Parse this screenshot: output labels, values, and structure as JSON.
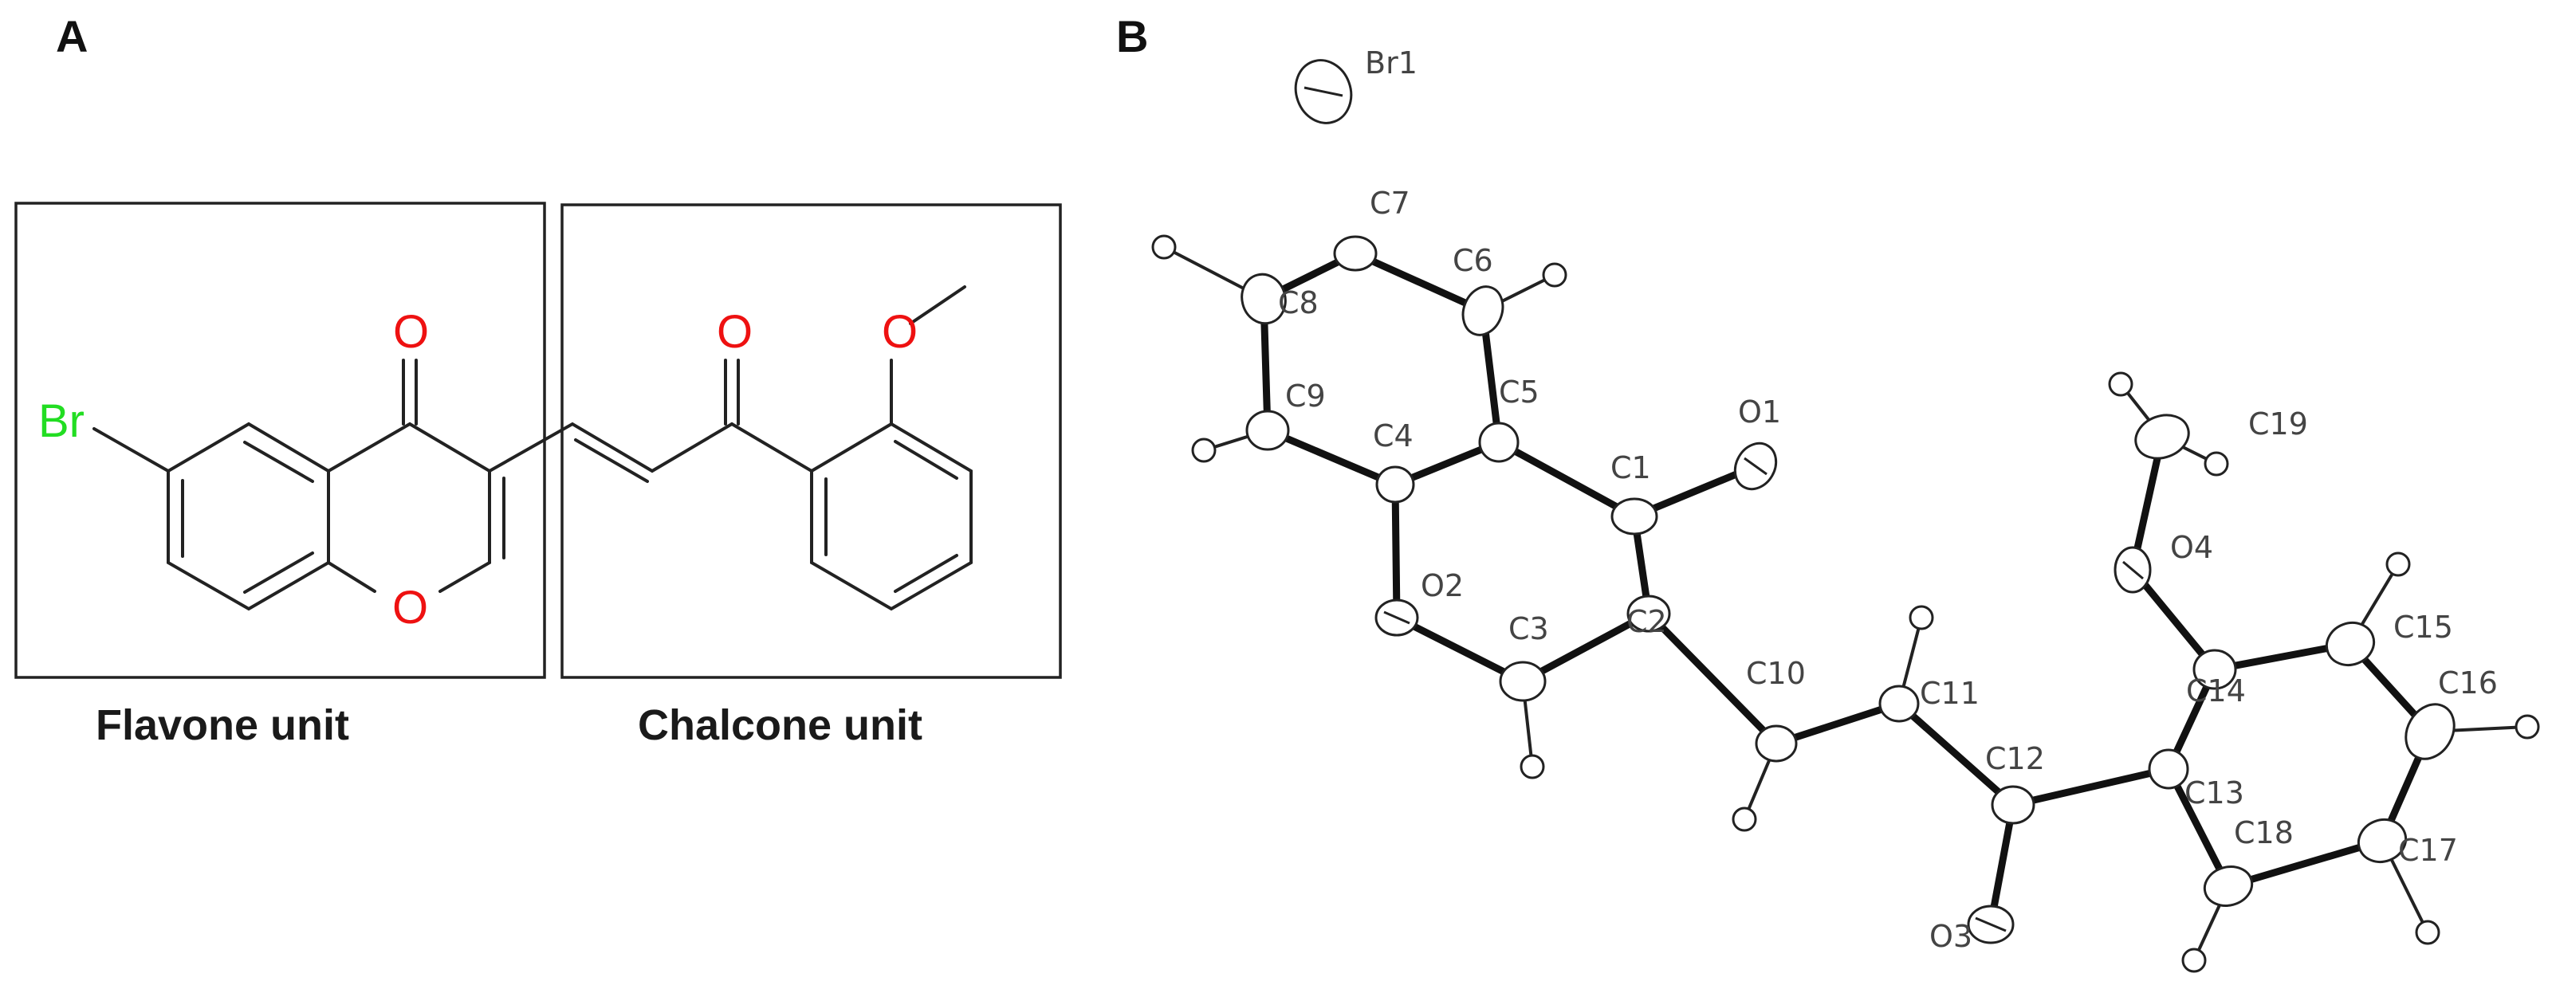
{
  "panels": {
    "a": {
      "letter": "A",
      "flavone_title": "Flavone unit",
      "chalcone_title": "Chalcone unit"
    },
    "b": {
      "letter": "B"
    }
  },
  "structure_2d": {
    "bromine": "Br",
    "ketone_oxygen_flavone": "O",
    "ring_oxygen": "O",
    "ketone_oxygen_chalcone": "O",
    "methoxy_oxygen": "O",
    "colors": {
      "bromine": "#22dd22",
      "oxygen": "#ee1111",
      "bond": "#222222"
    }
  },
  "ortep_labels": {
    "Br1": "Br1",
    "C1": "C1",
    "C2": "C2",
    "C3": "C3",
    "C4": "C4",
    "C5": "C5",
    "C6": "C6",
    "C7": "C7",
    "C8": "C8",
    "C9": "C9",
    "C10": "C10",
    "C11": "C11",
    "C12": "C12",
    "C13": "C13",
    "C14": "C14",
    "C15": "C15",
    "C16": "C16",
    "C17": "C17",
    "C18": "C18",
    "C19": "C19",
    "O1": "O1",
    "O2": "O2",
    "O3": "O3",
    "O4": "O4"
  }
}
